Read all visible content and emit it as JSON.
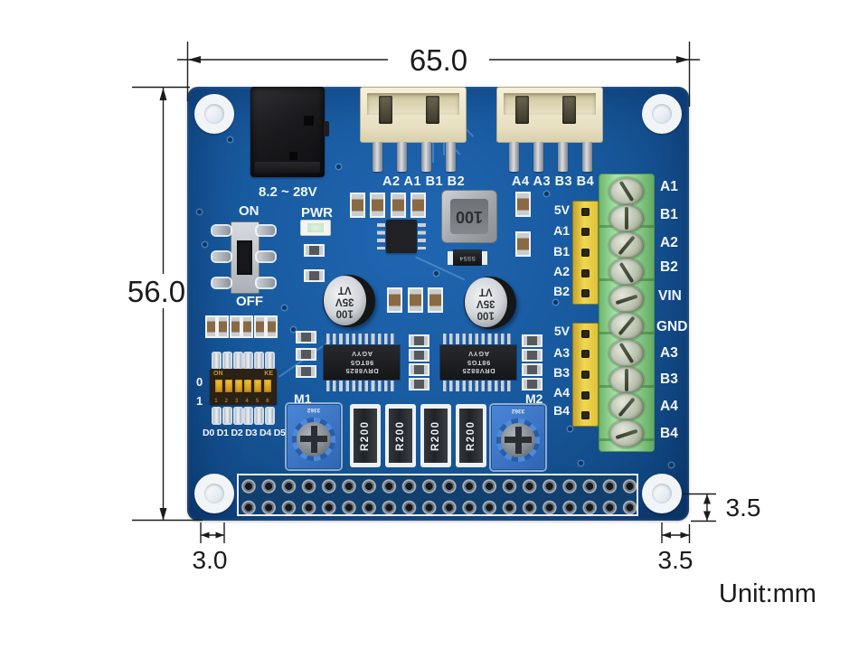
{
  "unit_note": "Unit:mm",
  "dimensions": {
    "board_width": "65.0",
    "board_height": "56.0",
    "hole_offset_left": "3.0",
    "hole_offset_right": "3.5",
    "hole_offset_bottom": "3.5"
  },
  "board": {
    "silkscreen": {
      "power_range": "8.2 ~ 28V",
      "switch_on": "ON",
      "switch_off": "OFF",
      "power_led": "PWR",
      "motor_header1": "A2 A1 B1 B2",
      "motor_header2": "A4 A3 B3 B4",
      "m1": "M1",
      "m2": "M2",
      "dip_pos0": "0",
      "dip_pos1": "1",
      "dip_channels": "D0 D1 D2 D3 D4 D5",
      "header1": [
        "5V",
        "A1",
        "B1",
        "A2",
        "B2"
      ],
      "header2": [
        "5V",
        "A3",
        "B3",
        "A4",
        "B4"
      ],
      "terminal": [
        "A1",
        "B1",
        "A2",
        "B2",
        "VIN",
        "GND",
        "A3",
        "B3",
        "A4",
        "B4"
      ]
    },
    "components": {
      "inductor_marking": "100",
      "diode_marking": "SS54",
      "capacitor_lines": [
        "100",
        "35V",
        "VT"
      ],
      "driver_lines": [
        "DRV8825",
        "98TG5",
        "AGYV"
      ],
      "sense_resistor": "R200",
      "pot_marking": "3362",
      "dip_on": "ON",
      "dip_brand": "KE",
      "dip_numbers": "1 2 3 4 5 6"
    }
  },
  "colors": {
    "pcb_blue": "#185a9f",
    "silkscreen_white": "#f3f7fb",
    "terminal_green": "#92d292",
    "header_yellow": "#e8cf45",
    "pot_blue": "#3a76c8",
    "connector_beige": "#efe8cc",
    "dimension_black": "#1c1c1c"
  }
}
